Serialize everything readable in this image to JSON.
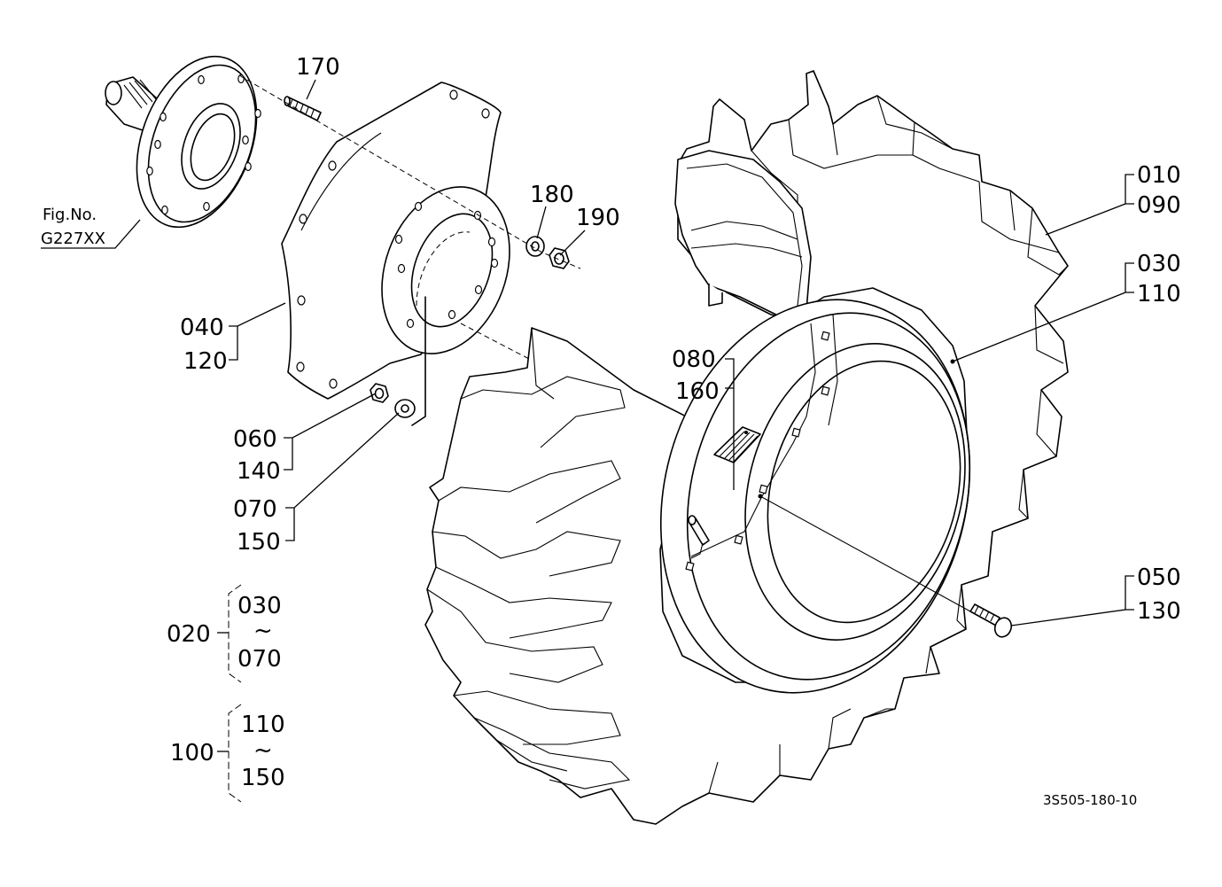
{
  "figure_ref": {
    "line1": "Fig.No.",
    "line2": "G227XX"
  },
  "drawing_code": "3S505-180-10",
  "callouts": {
    "c170": "170",
    "c180": "180",
    "c190": "190",
    "c010": "010",
    "c090": "090",
    "c030": "030",
    "c110": "110",
    "c040": "040",
    "c120": "120",
    "c080": "080",
    "c160": "160",
    "c060": "060",
    "c140": "140",
    "c070": "070",
    "c150": "150",
    "c050": "050",
    "c130": "130"
  },
  "assemblies": [
    {
      "id": "020",
      "from": "030",
      "sep": "~",
      "to": "070"
    },
    {
      "id": "100",
      "from": "110",
      "sep": "~",
      "to": "150"
    }
  ]
}
